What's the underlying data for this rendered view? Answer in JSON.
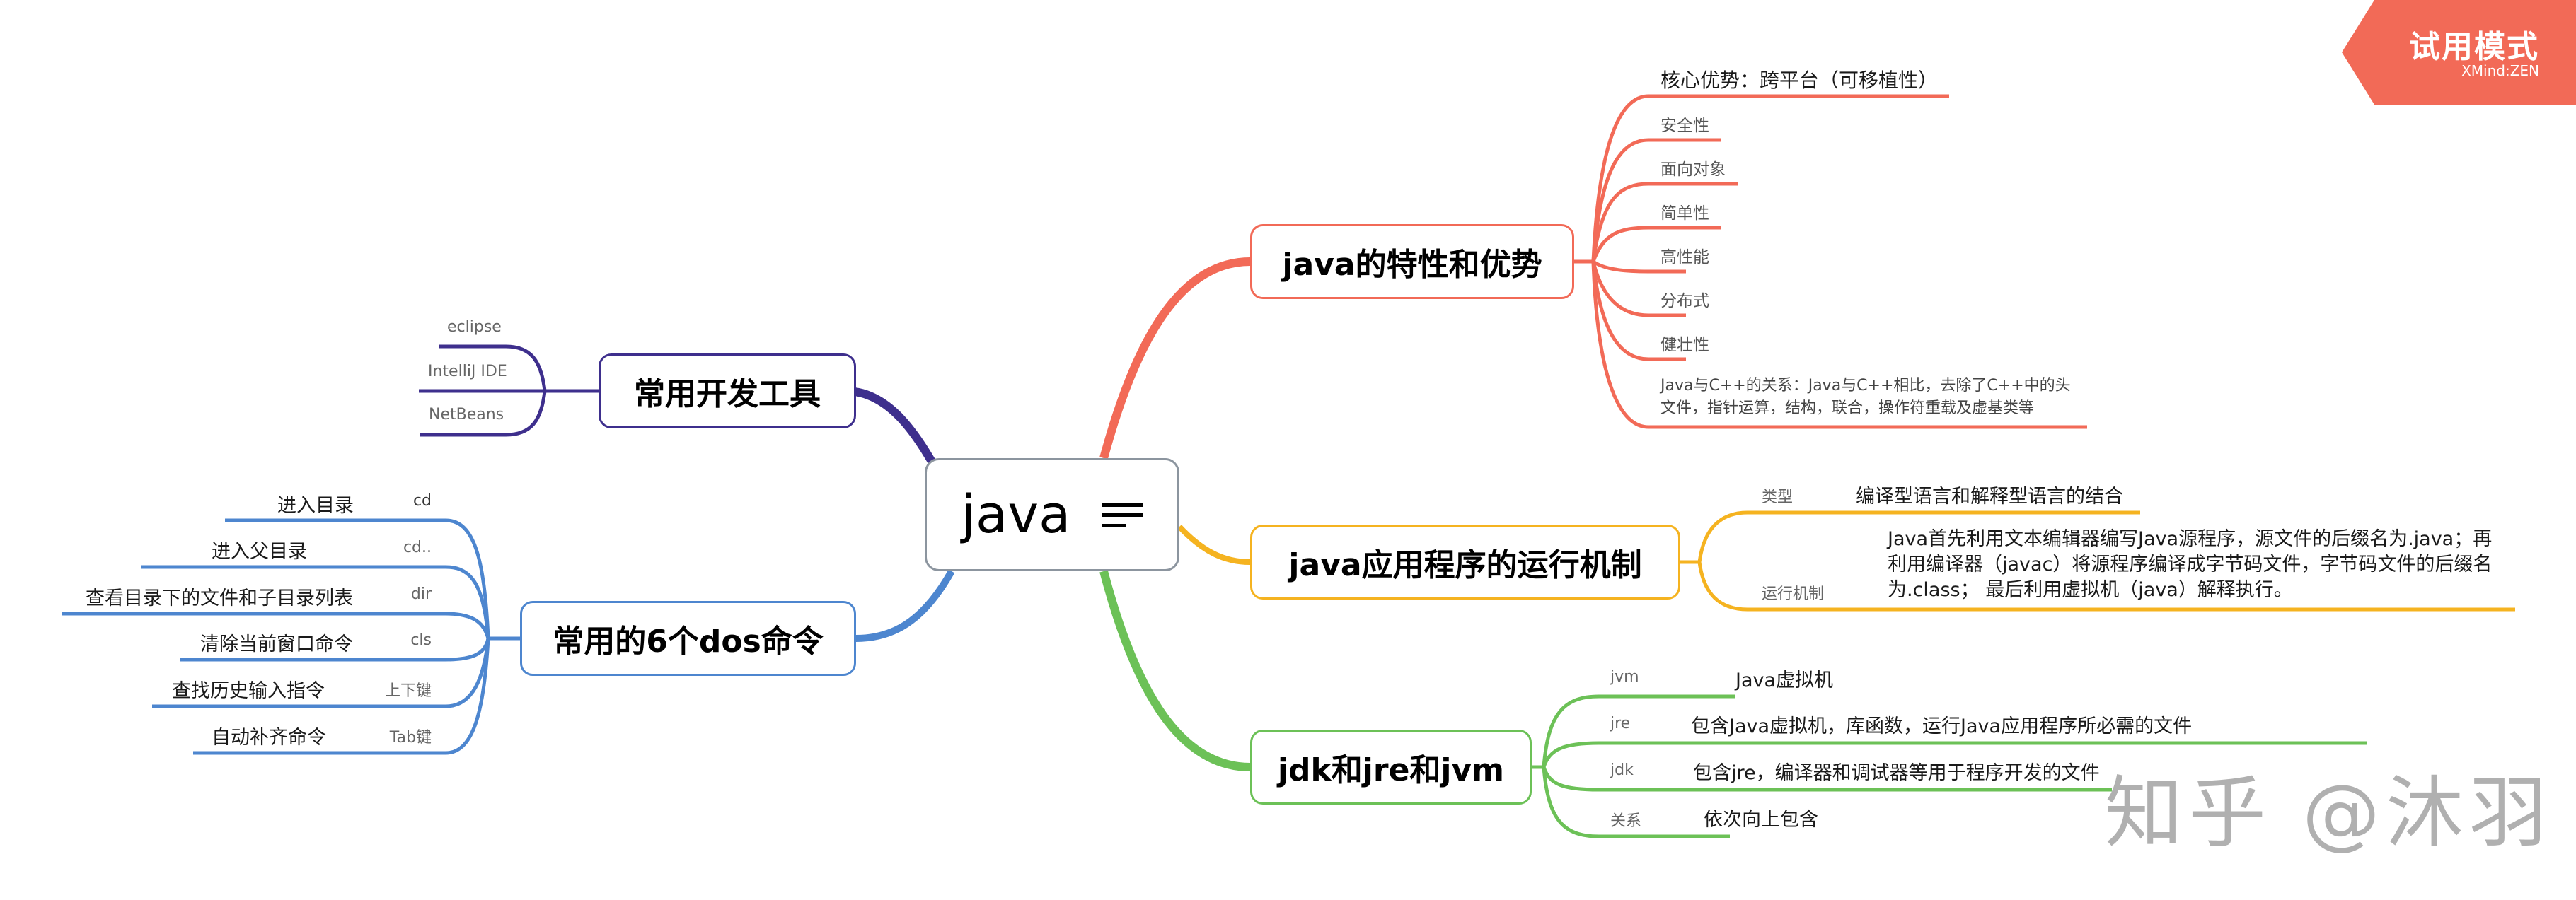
{
  "trial_badge": {
    "title": "试用模式",
    "brand": "XMind:ZEN",
    "color": "#f26a57"
  },
  "watermark": "知乎 @沐羽",
  "central": {
    "title": "java",
    "icon": "notes-icon"
  },
  "colors": {
    "red": "#f26a57",
    "yellow": "#f5b320",
    "green": "#6cc157",
    "purple": "#3e2f8d",
    "blue": "#4d86cf",
    "central_border": "#8c959f"
  },
  "branches": {
    "features": {
      "title": "java的特性和优势",
      "children": [
        "核心优势：跨平台（可移植性）",
        "安全性",
        "面向对象",
        "简单性",
        "高性能",
        "分布式",
        "健壮性",
        "Java与C++的关系：Java与C++相比，去除了C++中的头文件，指针运算，结构，联合，操作符重载及虚基类等"
      ]
    },
    "runtime": {
      "title": "java应用程序的运行机制",
      "children": [
        {
          "label": "类型",
          "value": "编译型语言和解释型语言的结合"
        },
        {
          "label": "运行机制",
          "value": "Java首先利用文本编辑器编写Java源程序，源文件的后缀名为.java；再利用编译器（javac）将源程序编译成字节码文件，字节码文件的后缀名为.class；  最后利用虚拟机（java）解释执行。"
        }
      ]
    },
    "jdk": {
      "title": "jdk和jre和jvm",
      "children": [
        {
          "label": "jvm",
          "value": "Java虚拟机"
        },
        {
          "label": "jre",
          "value": "包含Java虚拟机，库函数，运行Java应用程序所必需的文件"
        },
        {
          "label": "jdk",
          "value": "包含jre，编译器和调试器等用于程序开发的文件"
        },
        {
          "label": "关系",
          "value": "依次向上包含"
        }
      ]
    },
    "tools": {
      "title": "常用开发工具",
      "children": [
        "eclipse",
        "IntelliJ IDE",
        "NetBeans"
      ]
    },
    "dos": {
      "title": "常用的6个dos命令",
      "children": [
        {
          "label": "cd",
          "value": "进入目录"
        },
        {
          "label": "cd..",
          "value": "进入父目录"
        },
        {
          "label": "dir",
          "value": "查看目录下的文件和子目录列表"
        },
        {
          "label": "cls",
          "value": "清除当前窗口命令"
        },
        {
          "label": "上下键",
          "value": "查找历史输入指令"
        },
        {
          "label": "Tab键",
          "value": "自动补齐命令"
        }
      ]
    }
  }
}
